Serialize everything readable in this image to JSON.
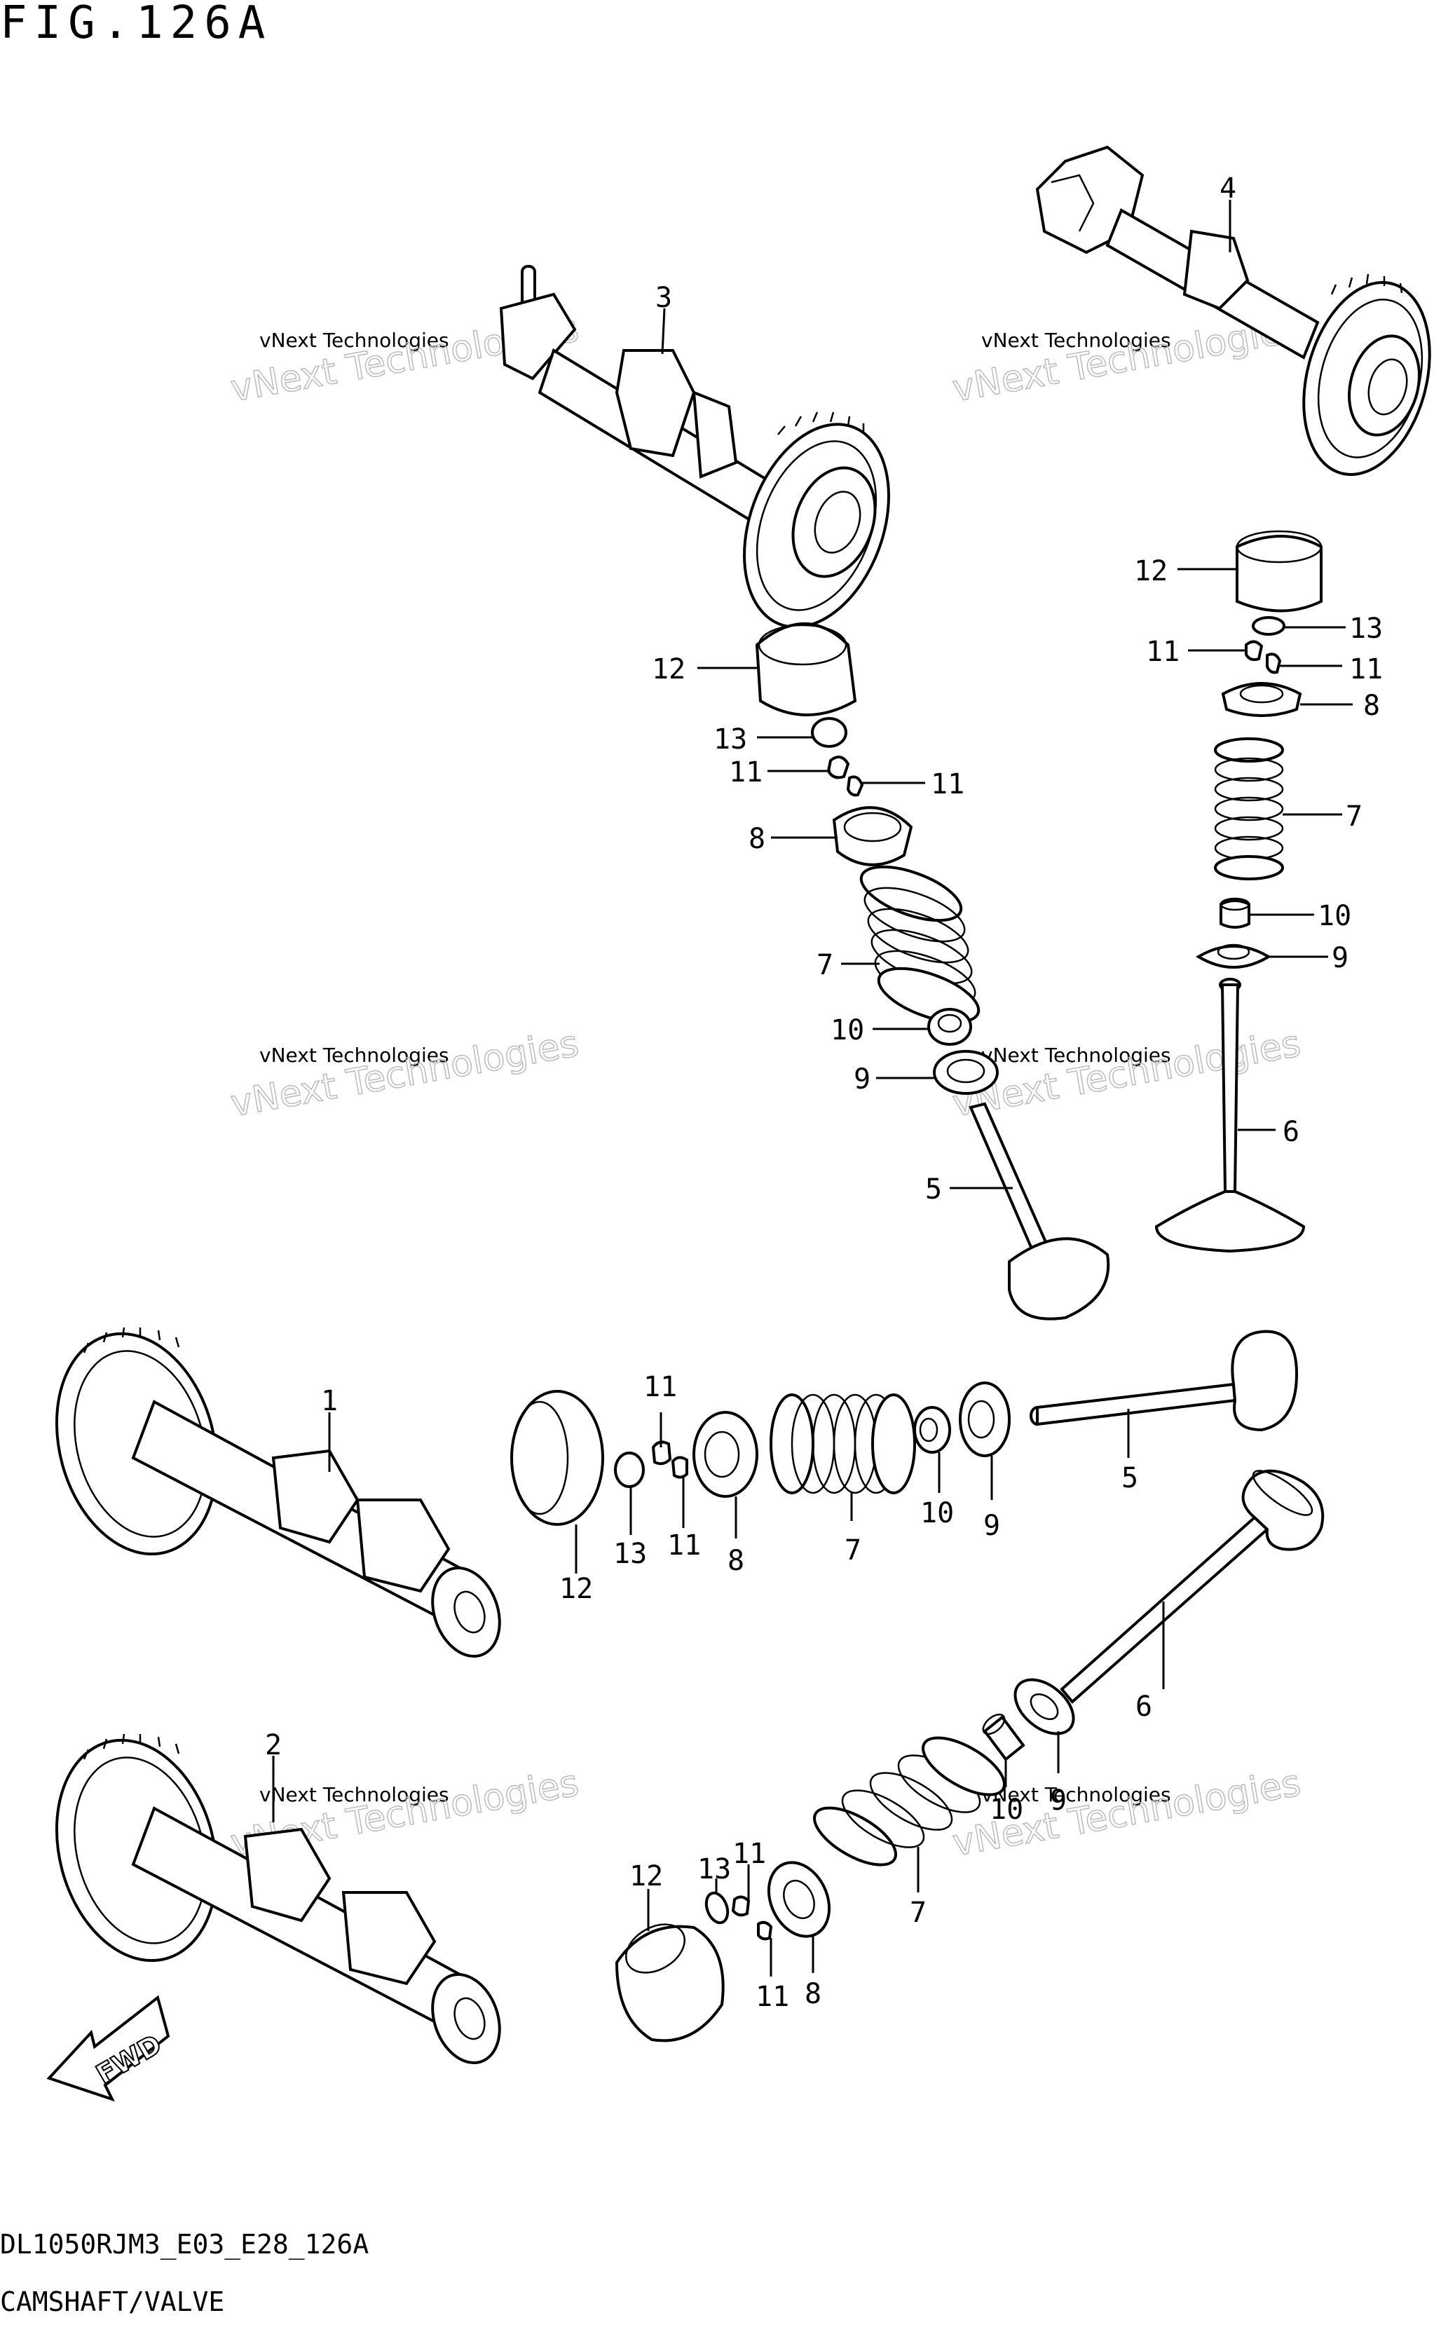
{
  "header": {
    "figure_title": "FIG.126A"
  },
  "footer": {
    "diagram_code": "DL1050RJM3_E03_E28_126A",
    "section_name": "CAMSHAFT/VALVE"
  },
  "watermark": {
    "line1": "vNext Technologies",
    "line2": "vNext Technologies"
  },
  "callouts": [
    {
      "number": "1"
    },
    {
      "number": "2"
    },
    {
      "number": "3"
    },
    {
      "number": "4"
    },
    {
      "number": "5"
    },
    {
      "number": "6"
    },
    {
      "number": "7"
    },
    {
      "number": "8"
    },
    {
      "number": "9"
    },
    {
      "number": "10"
    },
    {
      "number": "11"
    },
    {
      "number": "12"
    },
    {
      "number": "13"
    }
  ],
  "badge": {
    "fwd_label": "FWD"
  }
}
